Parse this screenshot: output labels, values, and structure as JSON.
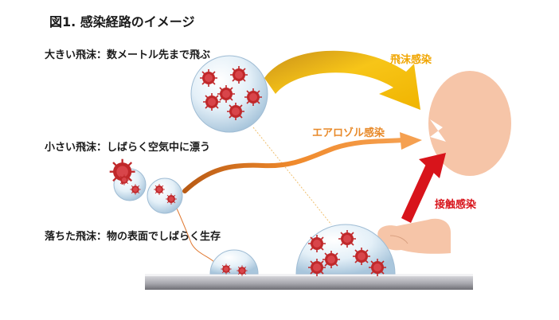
{
  "title": "図1. 感染経路のイメージ",
  "labels": {
    "large_droplet": "大きい飛沫：数メートル先まで飛ぶ",
    "small_droplet": "小さい飛沫：しばらく空気中に漂う",
    "fallen_droplet": "落ちた飛沫：物の表面でしばらく生存"
  },
  "routes": {
    "droplet": "飛沫感染",
    "aerosol": "エアロゾル感染",
    "contact": "接触感染"
  },
  "colors": {
    "droplet": "#f2b705",
    "aerosol": "#e8852a",
    "contact": "#d8141b",
    "virus": "#c0282a",
    "skin": "#f6c5a8",
    "bubble": "#d7e9f5",
    "surface": "#b9b9bd"
  }
}
